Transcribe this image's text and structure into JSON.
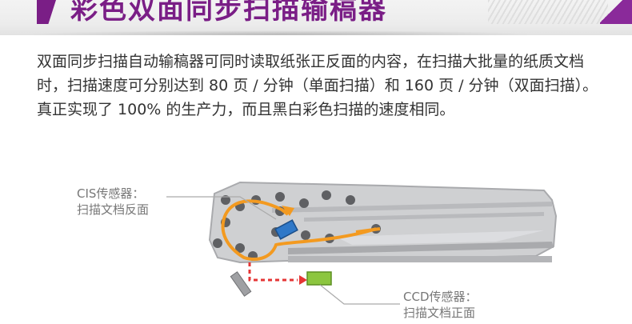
{
  "header": {
    "title": "彩色双面同步扫描输稿器"
  },
  "intro": {
    "paragraph": "双面同步扫描自动输稿器可同时读取纸张正反面的内容，在扫描大批量的纸质文档时，扫描速度可分别达到 80 页 / 分钟（单面扫描）和 160 页 / 分钟（双面扫描）。真正实现了 100% 的生产力，而且黑白彩色扫描的速度相同。"
  },
  "diagram": {
    "cis_label_line1": "CIS传感器：",
    "cis_label_line2": "扫描文档反面",
    "ccd_label_line1": "CCD传感器：",
    "ccd_label_line2": "扫描文档正面",
    "colors": {
      "body": "#cfd0d2",
      "body_dark": "#a9aaad",
      "roller": "#5f6063",
      "paper_path": "#f39a20",
      "cis_sensor": "#2f78c8",
      "ccd_sensor": "#8cc63f",
      "light_path": "#e53535"
    }
  }
}
